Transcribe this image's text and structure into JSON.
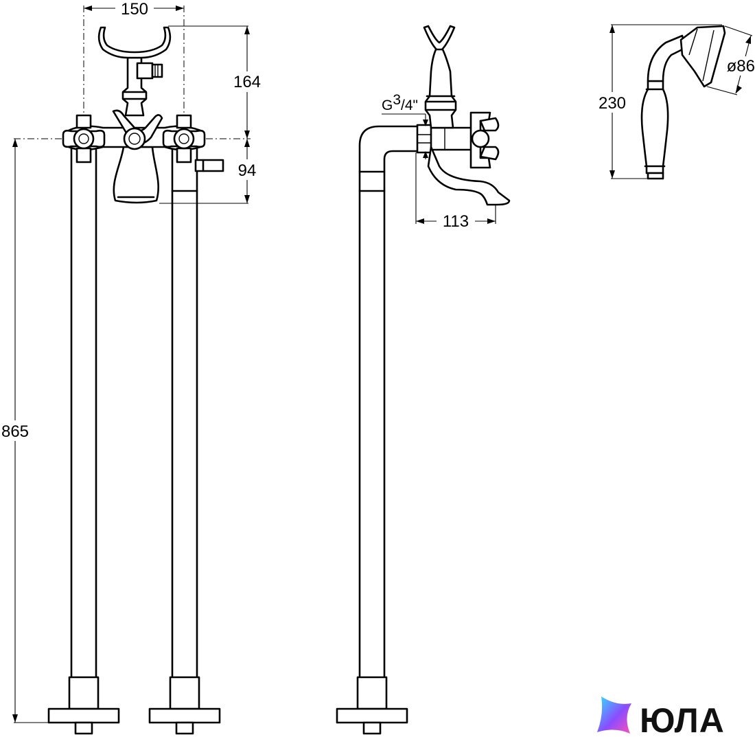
{
  "dimensions": {
    "width_top": "150",
    "height_top": "164",
    "body_height": "94",
    "total_height": "865",
    "spout_reach": "113",
    "thread_g": "G",
    "thread_sup": "3",
    "thread_rest": "/4\"",
    "shower_length": "230",
    "shower_diameter": "ø86"
  },
  "brand": {
    "logo_text": "ЮЛА",
    "gradient_start": "#2fe0ff",
    "gradient_mid": "#8a4dff",
    "gradient_end": "#ff4fb8"
  }
}
